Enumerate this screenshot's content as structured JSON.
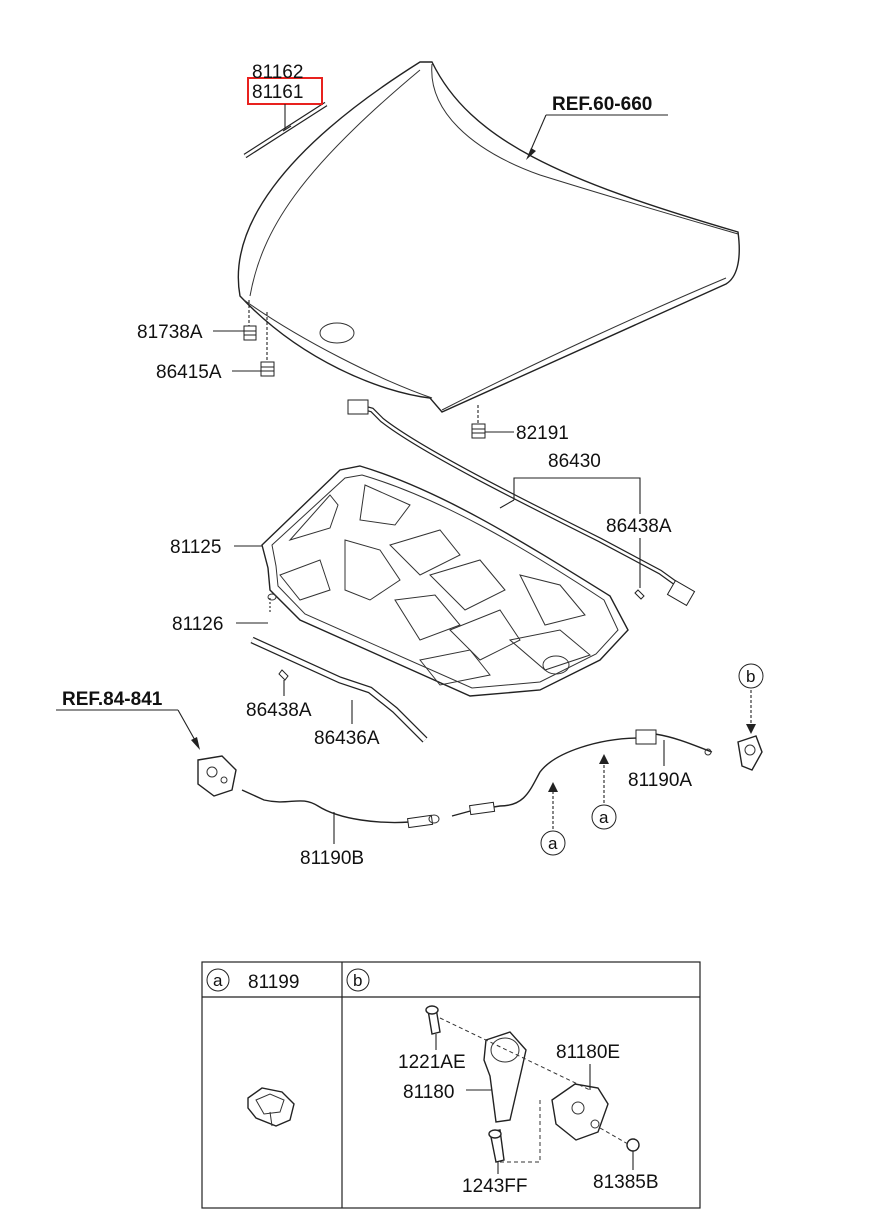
{
  "diagram": {
    "labels": {
      "p81162": "81162",
      "p81161": "81161",
      "ref60660": "REF.60-660",
      "p81738A": "81738A",
      "p86415A": "86415A",
      "p82191": "82191",
      "p86430": "86430",
      "p86438A_top": "86438A",
      "p81125": "81125",
      "p81126": "81126",
      "p86438A_bot": "86438A",
      "p86436A": "86436A",
      "ref84841": "REF.84-841",
      "p81190A": "81190A",
      "p81190B": "81190B",
      "callout_a": "a",
      "callout_b": "b"
    },
    "highlight": {
      "part": "81161",
      "color": "#e8211e"
    },
    "table": {
      "col_a_marker": "a",
      "col_a_part": "81199",
      "col_b_marker": "b",
      "b_parts": {
        "p1221AE": "1221AE",
        "p81180": "81180",
        "p81180E": "81180E",
        "p1243FF": "1243FF",
        "p81385B": "81385B"
      }
    }
  }
}
